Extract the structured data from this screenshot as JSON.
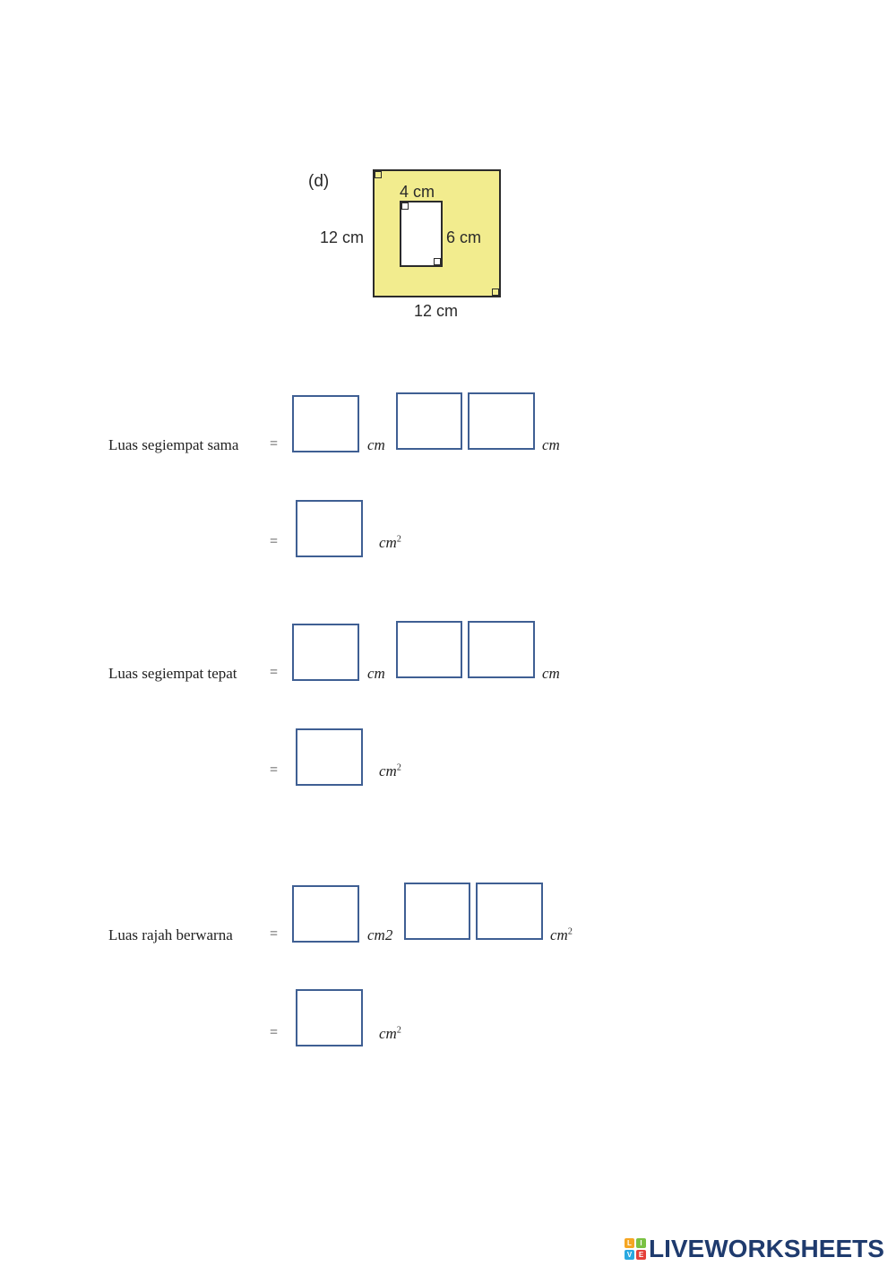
{
  "figure": {
    "label": "(d)",
    "top_inner_label": "4 cm",
    "inner_side_label": "6 cm",
    "outer_left_label": "12 cm",
    "outer_bottom_label": "12 cm",
    "fill_color": "#f2ec8e",
    "line_color": "#2b2b2b"
  },
  "rows": {
    "square": {
      "label": "Luas segiempat sama",
      "eq": "=",
      "unit1": "cm",
      "unit2": "cm",
      "result_eq": "=",
      "result_unit": "cm"
    },
    "rectangle": {
      "label": "Luas segiempat tepat",
      "eq": "=",
      "unit1": "cm",
      "unit2": "cm",
      "result_eq": "=",
      "result_unit": "cm"
    },
    "shaded": {
      "label": "Luas rajah berwarna",
      "eq": "=",
      "unit1": "cm2",
      "unit2": "cm",
      "result_eq": "=",
      "result_unit": "cm"
    }
  },
  "superscript": "2",
  "box_border_color": "#3f5f93",
  "logo": {
    "mark_letters": [
      "L",
      "I",
      "V",
      "E"
    ],
    "mark_colors": [
      "#f5a623",
      "#7ac143",
      "#29a8e0",
      "#e5403a"
    ],
    "text": "LIVEWORKSHEETS",
    "text_color": "#1f3b6e"
  }
}
